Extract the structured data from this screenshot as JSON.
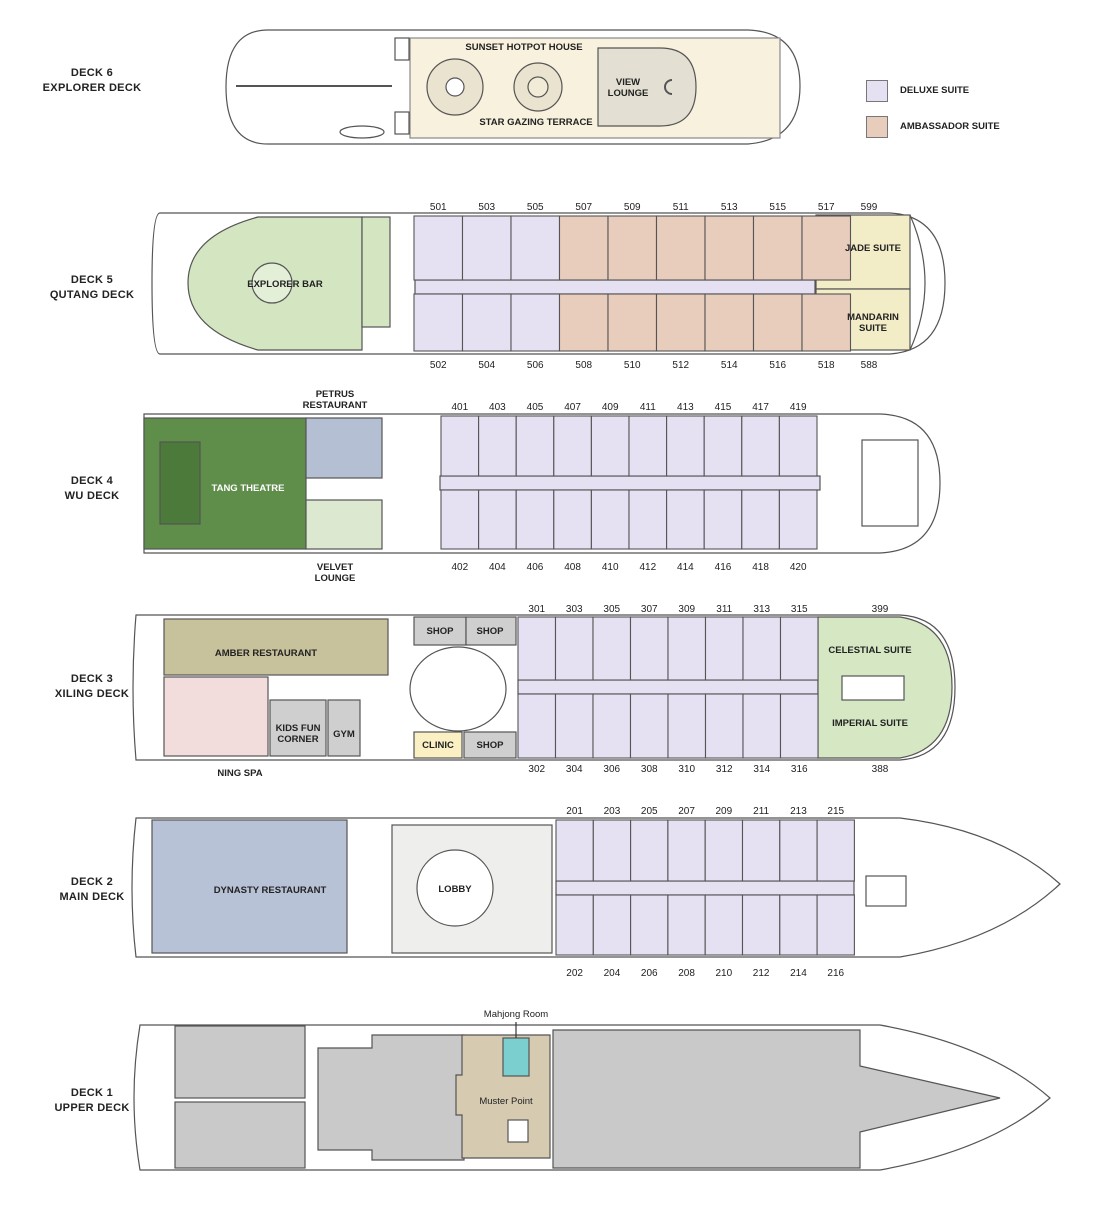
{
  "decks": {
    "d6": {
      "number": "DECK  6",
      "name": "EXPLORER DECK"
    },
    "d5": {
      "number": "DECK  5",
      "name": "QUTANG DECK"
    },
    "d4": {
      "number": "DECK  4",
      "name": "WU DECK"
    },
    "d3": {
      "number": "DECK  3",
      "name": "XILING DECK"
    },
    "d2": {
      "number": "DECK  2",
      "name": "MAIN DECK"
    },
    "d1": {
      "number": "DECK  1",
      "name": "UPPER DECK"
    }
  },
  "legend": {
    "deluxe": {
      "label": "DELUXE SUITE",
      "color": "#e6e0f3"
    },
    "ambassador": {
      "label": "AMBASSADOR SUITE",
      "color": "#e8cdbd"
    }
  },
  "colors": {
    "deluxe": "#e6e0f3",
    "ambassador": "#e8cdbd",
    "yellow_suite": "#f2ecc7",
    "green_suite": "#d6e8c3",
    "cream": "#f8f1de",
    "explorer_green": "#d4e6c1",
    "theatre_green": "#5f8e4b",
    "lounge_green": "#dde8d0",
    "petrus_blue": "#b4bfd4",
    "amber": "#c8c29c",
    "spa_pink": "#f3dcdc",
    "gray_room": "#cfcfcf",
    "clinic": "#faf0c4",
    "dynasty_blue": "#b8c2d6",
    "lobby": "#eeeeec",
    "muster": "#d6cbb1",
    "mahjong": "#7ccfcf",
    "storage_gray": "#c9c9c9"
  },
  "rooms": {
    "d6": {
      "hotpot": "SUNSET HOTPOT HOUSE",
      "stargazing": "STAR GAZING TERRACE",
      "view_lounge_1": "VIEW",
      "view_lounge_2": "LOUNGE"
    },
    "d5": {
      "explorer_bar": "EXPLORER BAR",
      "jade": "JADE SUITE",
      "mandarin_1": "MANDARIN",
      "mandarin_2": "SUITE"
    },
    "d4": {
      "petrus_1": "PETRUS",
      "petrus_2": "RESTAURANT",
      "tang": "TANG THEATRE",
      "velvet_1": "VELVET",
      "velvet_2": "LOUNGE"
    },
    "d3": {
      "amber": "AMBER RESTAURANT",
      "shop1": "SHOP",
      "shop2": "SHOP",
      "shop3": "SHOP",
      "clinic": "CLINIC",
      "kids_1": "KIDS FUN",
      "kids_2": "CORNER",
      "gym": "GYM",
      "ning_spa": "NING SPA",
      "celestial": "CELESTIAL SUITE",
      "imperial": "IMPERIAL SUITE"
    },
    "d2": {
      "dynasty": "DYNASTY RESTAURANT",
      "lobby": "LOBBY"
    },
    "d1": {
      "mahjong": "Mahjong Room",
      "muster": "Muster  Point"
    }
  },
  "cabins": {
    "d5_top": [
      "501",
      "503",
      "505",
      "507",
      "509",
      "511",
      "513",
      "515",
      "517"
    ],
    "d5_bottom": [
      "502",
      "504",
      "506",
      "508",
      "510",
      "512",
      "514",
      "516",
      "518"
    ],
    "d5_suite_top": "599",
    "d5_suite_bottom": "588",
    "d4_top": [
      "401",
      "403",
      "405",
      "407",
      "409",
      "411",
      "413",
      "415",
      "417",
      "419"
    ],
    "d4_bottom": [
      "402",
      "404",
      "406",
      "408",
      "410",
      "412",
      "414",
      "416",
      "418",
      "420"
    ],
    "d3_top": [
      "301",
      "303",
      "305",
      "307",
      "309",
      "311",
      "313",
      "315"
    ],
    "d3_bottom": [
      "302",
      "304",
      "306",
      "308",
      "310",
      "312",
      "314",
      "316"
    ],
    "d3_suite_top": "399",
    "d3_suite_bottom": "388",
    "d2_top": [
      "201",
      "203",
      "205",
      "207",
      "209",
      "211",
      "213",
      "215"
    ],
    "d2_bottom": [
      "202",
      "204",
      "206",
      "208",
      "210",
      "212",
      "214",
      "216"
    ]
  }
}
